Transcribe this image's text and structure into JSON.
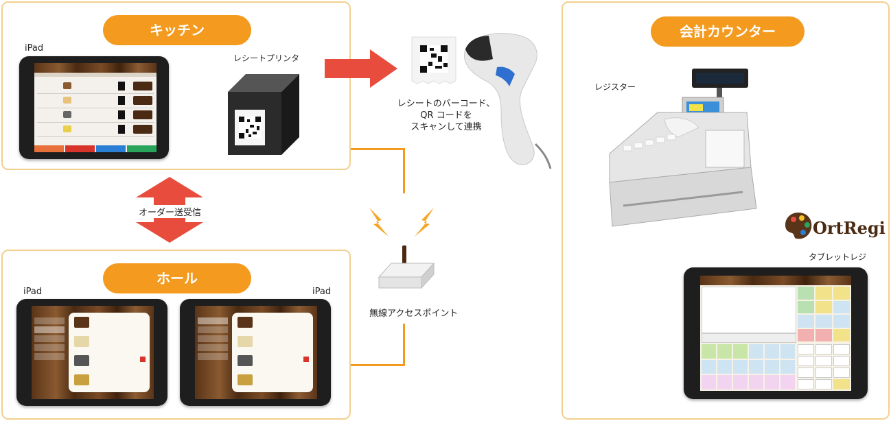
{
  "kitchen": {
    "title": "キッチン",
    "ipad_label": "iPad",
    "printer_label": "レシートプリンタ"
  },
  "hall": {
    "title": "ホール",
    "ipad_left_label": "iPad",
    "ipad_right_label": "iPad"
  },
  "counter": {
    "title": "会計カウンター",
    "register_label": "レジスター",
    "tablet_label": "タブレットレジ",
    "logo_text": "OrtRegi"
  },
  "flows": {
    "order_label": "オーダー送受信",
    "scan_label_lines": [
      "レシートのバーコード、",
      "QR コードを",
      "スキャンして連携"
    ],
    "access_point_label": "無線アクセスポイント"
  },
  "colors": {
    "accent": "#f39a1f",
    "panel_border": "#f3cf8e",
    "arrow_red": "#e84c3c"
  }
}
